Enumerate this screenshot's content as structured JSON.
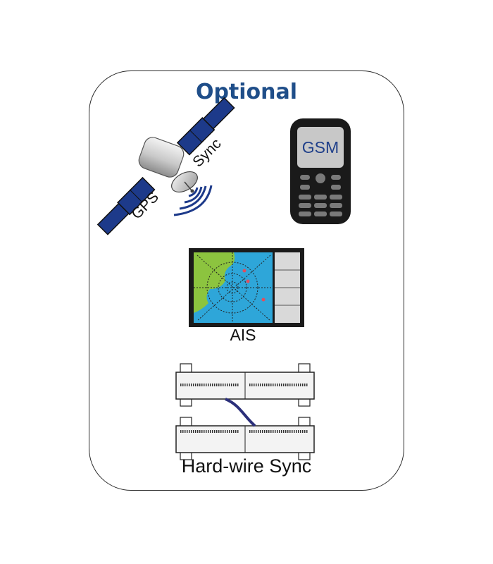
{
  "title": "Optional",
  "items": {
    "gps": {
      "label_left": "GPS",
      "label_right": "Sync",
      "icon": "satellite-icon"
    },
    "gsm": {
      "label": "GSM",
      "icon": "mobile-phone-icon"
    },
    "ais": {
      "label": "AIS",
      "icon": "radar-display-icon"
    },
    "hardwire": {
      "label": "Hard-wire Sync",
      "icon": "rack-units-icon"
    }
  },
  "colors": {
    "title": "#1f4e89",
    "cable": "#2b2f7a",
    "screen_blue": "#2ea6d9",
    "land_green": "#8cc43f",
    "ais_target": "#e04f5f"
  }
}
